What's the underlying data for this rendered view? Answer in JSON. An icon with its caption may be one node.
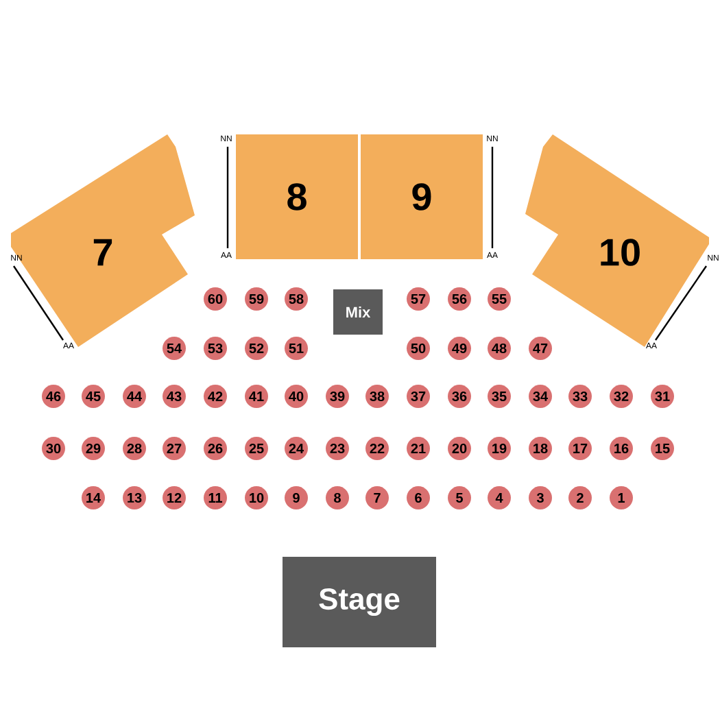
{
  "diagram": {
    "nodes": [
      {
        "text": [
          "7"
        ]
      },
      {
        "text": [
          "8"
        ]
      },
      {
        "text": [
          "9"
        ]
      },
      {
        "text": [
          "10"
        ]
      },
      {
        "text": [
          "Mix"
        ]
      },
      {
        "text": [
          "60"
        ]
      },
      {
        "text": [
          "59"
        ]
      },
      {
        "text": [
          "58"
        ]
      },
      {
        "text": [
          "57"
        ]
      },
      {
        "text": [
          "56"
        ]
      },
      {
        "text": [
          "55"
        ]
      },
      {
        "text": [
          "54"
        ]
      },
      {
        "text": [
          "53"
        ]
      },
      {
        "text": [
          "52"
        ]
      },
      {
        "text": [
          "51"
        ]
      },
      {
        "text": [
          "50"
        ]
      },
      {
        "text": [
          "49"
        ]
      },
      {
        "text": [
          "48"
        ]
      },
      {
        "text": [
          "47"
        ]
      },
      {
        "text": [
          "46"
        ]
      },
      {
        "text": [
          "45"
        ]
      },
      {
        "text": [
          "44"
        ]
      },
      {
        "text": [
          "43"
        ]
      },
      {
        "text": [
          "42"
        ]
      },
      {
        "text": [
          "41"
        ]
      },
      {
        "text": [
          "40"
        ]
      },
      {
        "text": [
          "39"
        ]
      },
      {
        "text": [
          "38"
        ]
      },
      {
        "text": [
          "37"
        ]
      },
      {
        "text": [
          "36"
        ]
      },
      {
        "text": [
          "35"
        ]
      },
      {
        "text": [
          "34"
        ]
      },
      {
        "text": [
          "33"
        ]
      },
      {
        "text": [
          "32"
        ]
      },
      {
        "text": [
          "31"
        ]
      },
      {
        "text": [
          "30"
        ]
      },
      {
        "text": [
          "29"
        ]
      },
      {
        "text": [
          "28"
        ]
      },
      {
        "text": [
          "27"
        ]
      },
      {
        "text": [
          "26"
        ]
      },
      {
        "text": [
          "25"
        ]
      },
      {
        "text": [
          "24"
        ]
      },
      {
        "text": [
          "23"
        ]
      },
      {
        "text": [
          "22"
        ]
      },
      {
        "text": [
          "21"
        ]
      },
      {
        "text": [
          "20"
        ]
      },
      {
        "text": [
          "19"
        ]
      },
      {
        "text": [
          "18"
        ]
      },
      {
        "text": [
          "17"
        ]
      },
      {
        "text": [
          "16"
        ]
      },
      {
        "text": [
          "15"
        ]
      },
      {
        "text": [
          "14"
        ]
      },
      {
        "text": [
          "13"
        ]
      },
      {
        "text": [
          "12"
        ]
      },
      {
        "text": [
          "11"
        ]
      },
      {
        "text": [
          "10"
        ]
      },
      {
        "text": [
          "9"
        ]
      },
      {
        "text": [
          "8"
        ]
      },
      {
        "text": [
          "7"
        ]
      },
      {
        "text": [
          "6"
        ]
      },
      {
        "text": [
          "5"
        ]
      },
      {
        "text": [
          "4"
        ]
      },
      {
        "text": [
          "3"
        ]
      },
      {
        "text": [
          "2"
        ]
      },
      {
        "text": [
          "1"
        ]
      },
      {
        "text": [
          "Stage"
        ]
      }
    ],
    "labels": [
      "NN",
      "NN",
      "AA",
      "AA",
      "NN",
      "NN",
      "AA",
      "AA"
    ]
  }
}
